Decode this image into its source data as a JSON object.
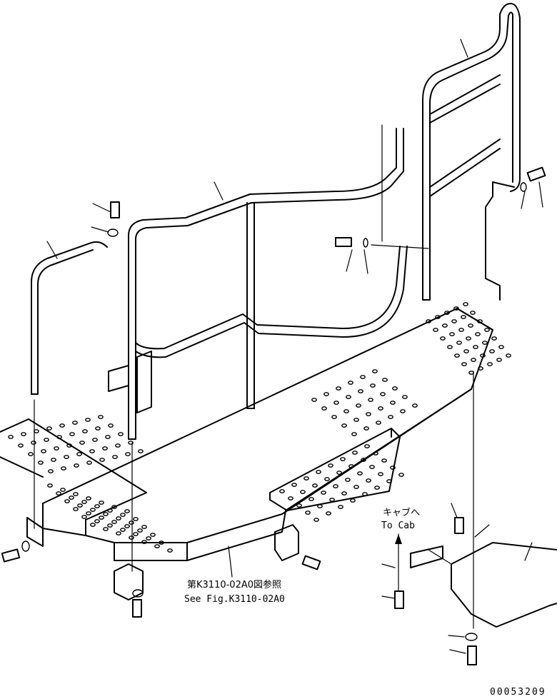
{
  "annotations": {
    "to_cab_jp": "キャブへ",
    "to_cab_en": "To Cab",
    "see_fig_jp": "第K3110-02A0図参照",
    "see_fig_en": "See Fig.K3110-02A0"
  },
  "drawing_number": "00053209"
}
